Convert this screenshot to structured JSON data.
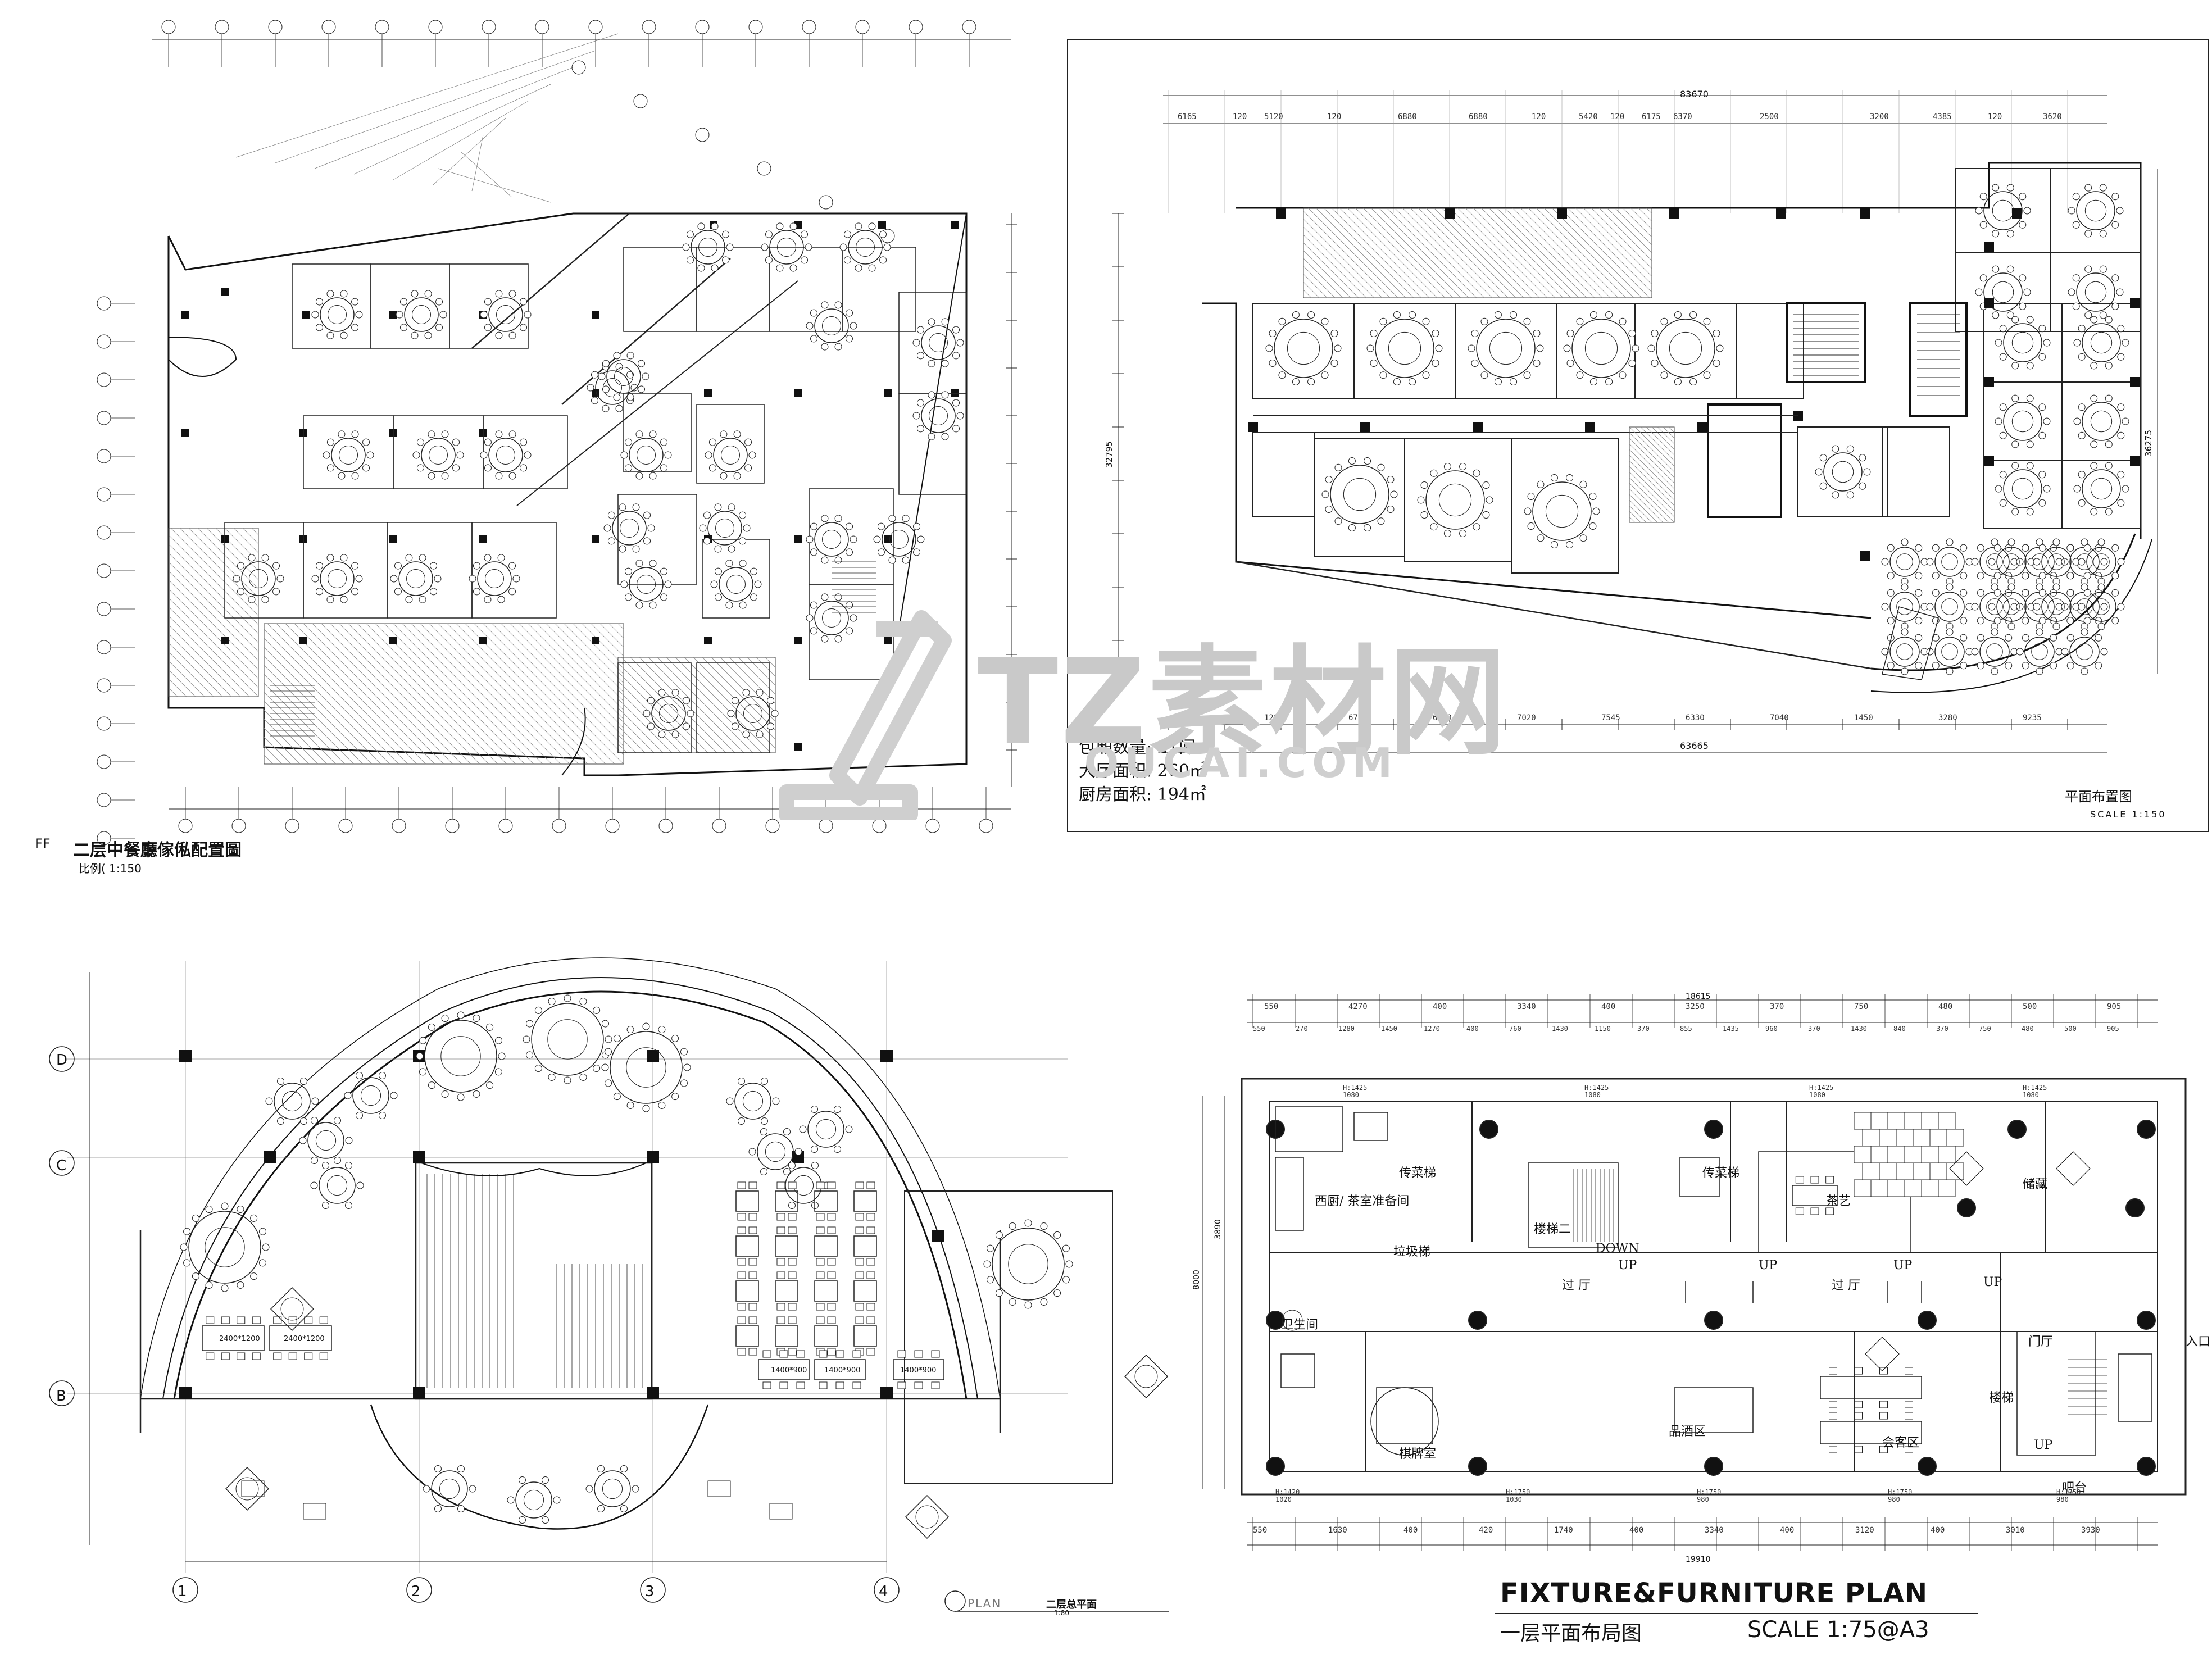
{
  "watermark": {
    "brand": "TZ素材网",
    "sub": "OUCAI.COM",
    "color": "#c9c9c9"
  },
  "panel_tl": {
    "title": "二层中餐廳傢俬配置圖",
    "scale": "比例( 1:150",
    "callout": "FF"
  },
  "panel_tr": {
    "title": "平面布置图",
    "scale": "SCALE 1:150",
    "overall_width": "83670",
    "overall_width_bottom": "63665",
    "height_dims": [
      "32795",
      "36275"
    ],
    "top_dims": [
      "6165",
      "120",
      "5120",
      "120",
      "6880",
      "6880",
      "120",
      "5420",
      "120",
      "6175",
      "6370",
      "2500",
      "3200",
      "4385",
      "120",
      "3620"
    ],
    "bottom_dims": [
      "6165",
      "120",
      "6740",
      "6880",
      "7020",
      "7545",
      "6330",
      "7040",
      "1450",
      "3280",
      "9235"
    ],
    "stats": [
      {
        "label": "包厢数量",
        "value": "21间"
      },
      {
        "label": "大厅面积",
        "value": "260㎡"
      },
      {
        "label": "厨房面积",
        "value": "194㎡"
      }
    ]
  },
  "panel_bl": {
    "plan_label": "PLAN",
    "title": "二层总平面",
    "scale": "1:80",
    "row_labels": [
      "D",
      "C",
      "B"
    ],
    "col_labels": [
      "1",
      "2",
      "3",
      "4"
    ],
    "tables": [
      "2400*1200",
      "2400*1200",
      "1400*900",
      "1400*900",
      "1400*900"
    ]
  },
  "panel_br": {
    "title_en": "FIXTURE&FURNITURE PLAN",
    "title_cn": "一层平面布局图",
    "scale": "SCALE  1:75@A3",
    "overall_width": "18615",
    "overall_width_bottom": "19910",
    "top_dims": [
      "550",
      "4270",
      "400",
      "3340",
      "400",
      "3250",
      "370",
      "750",
      "480",
      "500",
      "905"
    ],
    "top_dims2": [
      "550",
      "270",
      "1280",
      "1450",
      "1270",
      "400",
      "760",
      "1430",
      "1150",
      "370",
      "855",
      "1435",
      "960",
      "370",
      "1430",
      "840",
      "370",
      "750",
      "480",
      "500",
      "905"
    ],
    "bottom_dims": [
      "550",
      "1630",
      "400",
      "420",
      "1740",
      "400",
      "3340",
      "400",
      "3120",
      "400",
      "3010",
      "3930"
    ],
    "height_dims": [
      "8000",
      "3890"
    ],
    "rooms": [
      {
        "name": "西厨/ 茶室准备间"
      },
      {
        "name": "传菜梯"
      },
      {
        "name": "传菜梯"
      },
      {
        "name": "茶艺"
      },
      {
        "name": "楼梯二"
      },
      {
        "name": "DOWN"
      },
      {
        "name": "过 厅"
      },
      {
        "name": "过 厅"
      },
      {
        "name": "UP"
      },
      {
        "name": "UP"
      },
      {
        "name": "UP"
      },
      {
        "name": "UP"
      },
      {
        "name": "卫生间"
      },
      {
        "name": "棋牌室"
      },
      {
        "name": "品酒区"
      },
      {
        "name": "会客区"
      },
      {
        "name": "门厅"
      },
      {
        "name": "入口"
      },
      {
        "name": "楼梯"
      },
      {
        "name": "UP"
      },
      {
        "name": "储藏"
      },
      {
        "name": "吧台"
      },
      {
        "name": "垃圾梯"
      }
    ],
    "window_labels": [
      "H:1425\n1080",
      "H:1425\n1080",
      "H:1425\n1080",
      "H:1425\n1080",
      "H:1420\n1020",
      "H:1750\n1030",
      "H:1750\n980",
      "H:1750\n980",
      "H:1750\n980"
    ]
  }
}
